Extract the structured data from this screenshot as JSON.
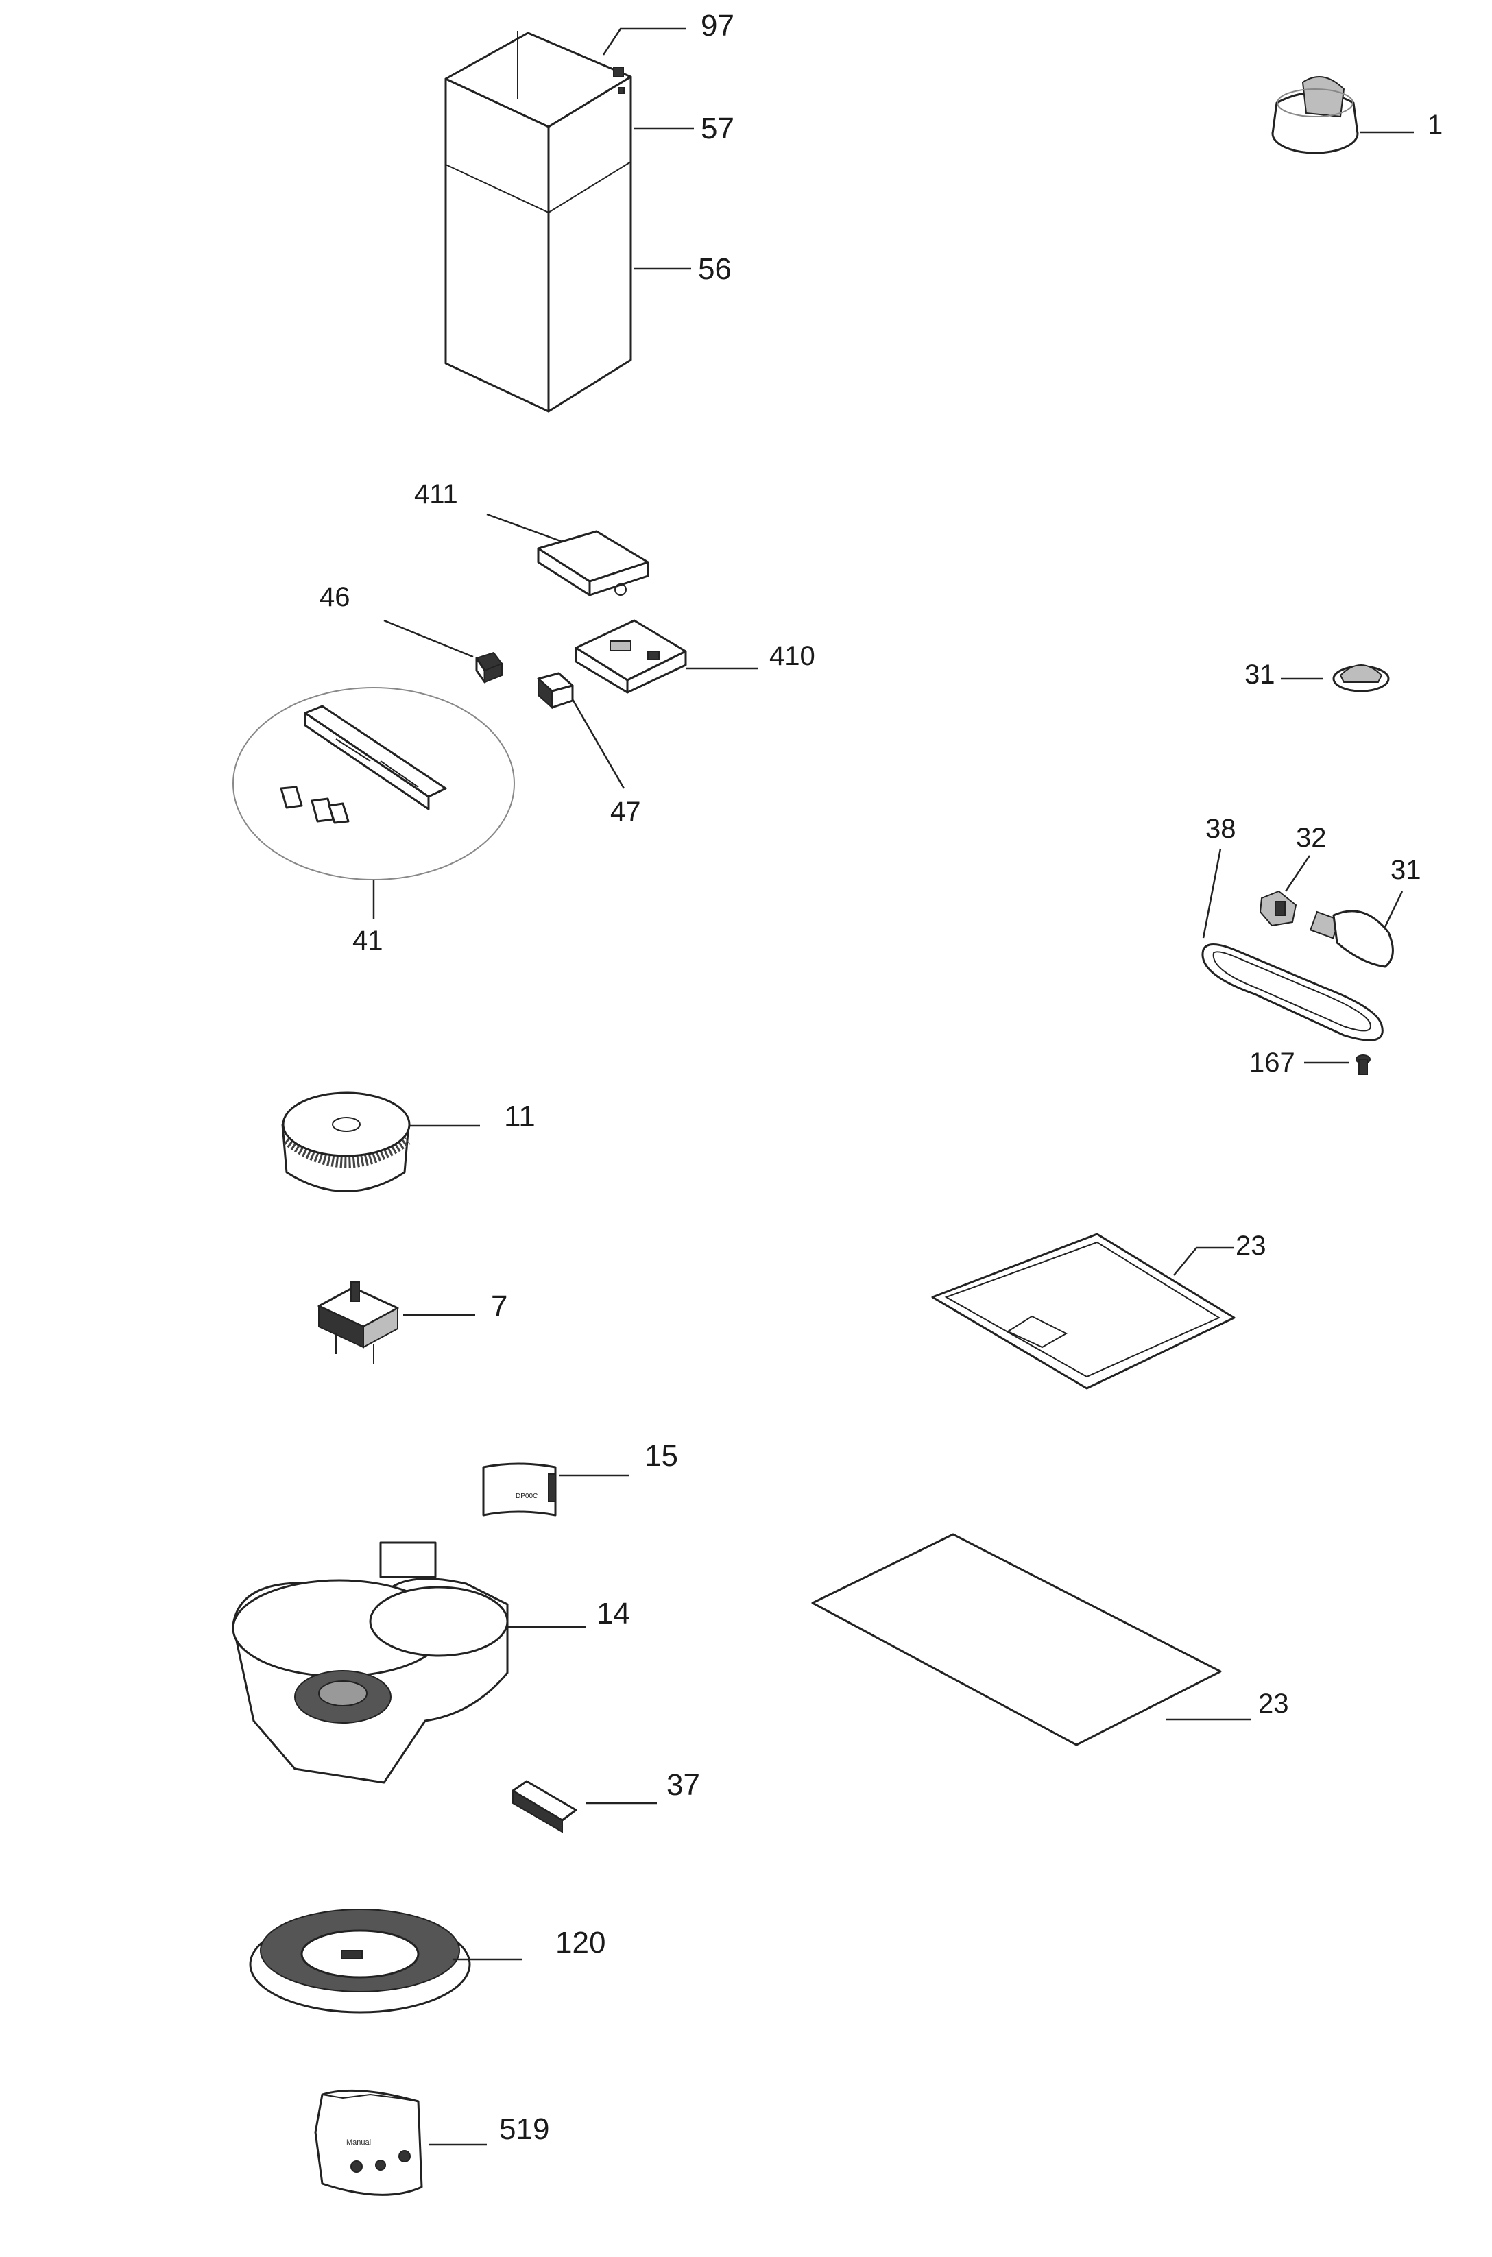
{
  "diagram": {
    "callouts": {
      "c97": "97",
      "c57": "57",
      "c56": "56",
      "c1": "1",
      "c411": "411",
      "c46": "46",
      "c410": "410",
      "c47": "47",
      "c41": "41",
      "c31a": "31",
      "c38": "38",
      "c32": "32",
      "c31b": "31",
      "c167": "167",
      "c11": "11",
      "c7": "7",
      "c23a": "23",
      "c15": "15",
      "c14": "14",
      "c23b": "23",
      "c37": "37",
      "c120": "120",
      "c519": "519"
    },
    "printed_labels": {
      "manual": "Manual",
      "part_code": "DP00C"
    }
  }
}
